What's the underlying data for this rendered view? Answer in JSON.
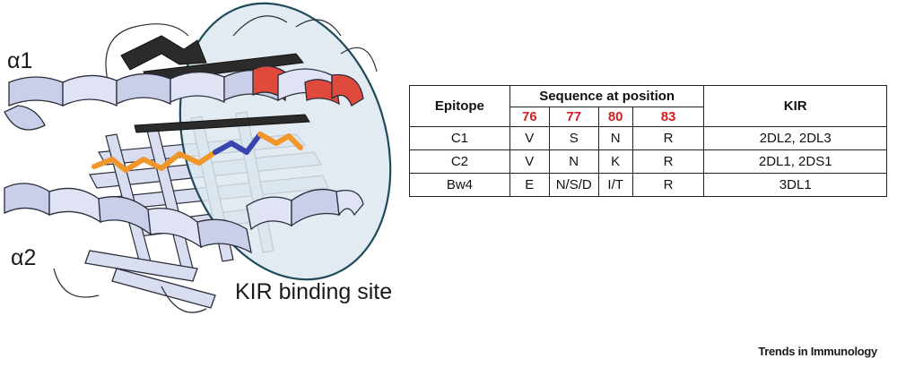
{
  "labels": {
    "alpha1": "α1",
    "alpha2": "α2",
    "binding_site": "KIR binding site",
    "journal": "Trends in Immunology"
  },
  "table": {
    "col_epitope": "Epitope",
    "col_sequence": "Sequence at position",
    "col_kir": "KIR",
    "positions": [
      "76",
      "77",
      "80",
      "83"
    ],
    "rows": [
      {
        "epitope": "C1",
        "residues": [
          "V",
          "S",
          "N",
          "R"
        ],
        "kir": "2DL2, 2DL3"
      },
      {
        "epitope": "C2",
        "residues": [
          "V",
          "N",
          "K",
          "R"
        ],
        "kir": "2DL1, 2DS1"
      },
      {
        "epitope": "Bw4",
        "residues": [
          "E",
          "N/S/D",
          "I/T",
          "R"
        ],
        "kir": "3DL1"
      }
    ]
  },
  "colors": {
    "helix": "#c9cfe8",
    "helix_outline": "#2a2d3a",
    "sheet_dark": "#2b2b2b",
    "highlight_red": "#e04a3c",
    "peptide_orange": "#f0962a",
    "peptide_blue": "#3a44b0",
    "ellipse_fill": "#dce8ef",
    "ellipse_stroke": "#1f4a5c",
    "position_red": "#d62020"
  }
}
